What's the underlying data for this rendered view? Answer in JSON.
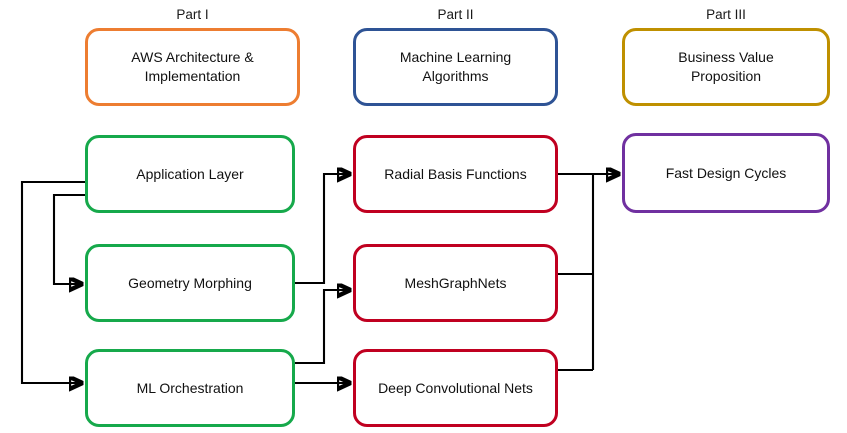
{
  "diagram": {
    "title_row": [
      {
        "id": "part-1",
        "label": "Part I"
      },
      {
        "id": "part-2",
        "label": "Part II"
      },
      {
        "id": "part-3",
        "label": "Part III"
      }
    ],
    "header_nodes": [
      {
        "id": "aws-architecture",
        "line1": "AWS Architecture &",
        "line2": "Implementation",
        "color": "#ED7D31"
      },
      {
        "id": "ml-algorithms",
        "line1": "Machine Learning",
        "line2": "Algorithms",
        "color": "#2E5395"
      },
      {
        "id": "business-value",
        "line1": "Business Value",
        "line2": "Proposition",
        "color": "#BF9000"
      }
    ],
    "column_1": [
      {
        "id": "application-layer",
        "label": "Application Layer",
        "color": "#16A94B"
      },
      {
        "id": "geometry-morphing",
        "label": "Geometry Morphing",
        "color": "#16A94B"
      },
      {
        "id": "ml-orchestration",
        "label": "ML Orchestration",
        "color": "#16A94B"
      }
    ],
    "column_2": [
      {
        "id": "radial-basis-functions",
        "label": "Radial Basis Functions",
        "color": "#C00020"
      },
      {
        "id": "meshgraphnets",
        "label": "MeshGraphNets",
        "color": "#C00020"
      },
      {
        "id": "deep-convolutional-nets",
        "label": "Deep Convolutional Nets",
        "color": "#C00020"
      }
    ],
    "column_3": [
      {
        "id": "fast-design-cycles",
        "label": "Fast Design Cycles",
        "color": "#7030A0"
      }
    ],
    "connector_color": "#000000"
  }
}
